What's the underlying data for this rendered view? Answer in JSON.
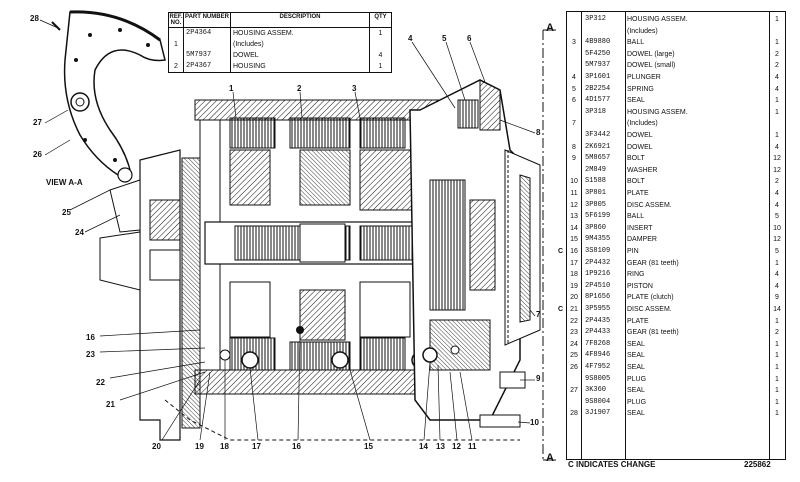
{
  "view_label": "VIEW A-A",
  "section_marks": [
    "A",
    "A"
  ],
  "top_table": {
    "headers": [
      "REF. NO.",
      "PART NUMBER",
      "DESCRIPTION",
      "QTY"
    ],
    "rows": [
      {
        "ref": "",
        "pn": "2P4364",
        "desc": "HOUSING ASSEM.",
        "qty": "1"
      },
      {
        "ref": "1",
        "pn": "",
        "desc": "(Includes)",
        "qty": ""
      },
      {
        "ref": "",
        "pn": "5M7937",
        "desc": "DOWEL",
        "qty": "4"
      },
      {
        "ref": "2",
        "pn": "2P4367",
        "desc": "HOUSING",
        "qty": "1"
      }
    ]
  },
  "parts_list": [
    {
      "ref": "",
      "pn": "3P312",
      "desc": "HOUSING ASSEM.",
      "qty": "1",
      "change": ""
    },
    {
      "ref": "",
      "pn": "",
      "desc": "(Includes)",
      "qty": "",
      "change": ""
    },
    {
      "ref": "3",
      "pn": "4B9880",
      "desc": "BALL",
      "qty": "1",
      "change": ""
    },
    {
      "ref": "",
      "pn": "5F4250",
      "desc": "DOWEL (large)",
      "qty": "2",
      "change": ""
    },
    {
      "ref": "",
      "pn": "5M7937",
      "desc": "DOWEL (small)",
      "qty": "2",
      "change": ""
    },
    {
      "ref": "4",
      "pn": "3P1601",
      "desc": "PLUNGER",
      "qty": "4",
      "change": ""
    },
    {
      "ref": "5",
      "pn": "2B2254",
      "desc": "SPRING",
      "qty": "4",
      "change": ""
    },
    {
      "ref": "6",
      "pn": "4D1577",
      "desc": "SEAL",
      "qty": "1",
      "change": ""
    },
    {
      "ref": "",
      "pn": "3P318",
      "desc": "HOUSING ASSEM.",
      "qty": "1",
      "change": ""
    },
    {
      "ref": "7",
      "pn": "",
      "desc": "(Includes)",
      "qty": "",
      "change": ""
    },
    {
      "ref": "",
      "pn": "3F3442",
      "desc": "DOWEL",
      "qty": "1",
      "change": ""
    },
    {
      "ref": "8",
      "pn": "2K6921",
      "desc": "DOWEL",
      "qty": "4",
      "change": ""
    },
    {
      "ref": "9",
      "pn": "5M8657",
      "desc": "BOLT",
      "qty": "12",
      "change": ""
    },
    {
      "ref": "",
      "pn": "2M849",
      "desc": "WASHER",
      "qty": "12",
      "change": ""
    },
    {
      "ref": "10",
      "pn": "S1588",
      "desc": "BOLT",
      "qty": "2",
      "change": ""
    },
    {
      "ref": "11",
      "pn": "3P801",
      "desc": "PLATE",
      "qty": "4",
      "change": ""
    },
    {
      "ref": "12",
      "pn": "3P805",
      "desc": "DISC ASSEM.",
      "qty": "4",
      "change": ""
    },
    {
      "ref": "13",
      "pn": "5F6199",
      "desc": "BALL",
      "qty": "5",
      "change": ""
    },
    {
      "ref": "14",
      "pn": "3P860",
      "desc": "INSERT",
      "qty": "10",
      "change": ""
    },
    {
      "ref": "15",
      "pn": "9M4355",
      "desc": "DAMPER",
      "qty": "12",
      "change": ""
    },
    {
      "ref": "16",
      "pn": "3S8109",
      "desc": "PIN",
      "qty": "5",
      "change": "C"
    },
    {
      "ref": "17",
      "pn": "2P4432",
      "desc": "GEAR (81 teeth)",
      "qty": "1",
      "change": ""
    },
    {
      "ref": "18",
      "pn": "1P9216",
      "desc": "RING",
      "qty": "4",
      "change": ""
    },
    {
      "ref": "19",
      "pn": "2P4510",
      "desc": "PISTON",
      "qty": "4",
      "change": ""
    },
    {
      "ref": "20",
      "pn": "8P1656",
      "desc": "PLATE (clutch)",
      "qty": "9",
      "change": ""
    },
    {
      "ref": "21",
      "pn": "3P5955",
      "desc": "DISC ASSEM.",
      "qty": "14",
      "change": "C"
    },
    {
      "ref": "22",
      "pn": "2P4435",
      "desc": "PLATE",
      "qty": "1",
      "change": ""
    },
    {
      "ref": "23",
      "pn": "2P4433",
      "desc": "GEAR (81 teeth)",
      "qty": "2",
      "change": ""
    },
    {
      "ref": "24",
      "pn": "7F8268",
      "desc": "SEAL",
      "qty": "1",
      "change": ""
    },
    {
      "ref": "25",
      "pn": "4F8946",
      "desc": "SEAL",
      "qty": "1",
      "change": ""
    },
    {
      "ref": "26",
      "pn": "4F7952",
      "desc": "SEAL",
      "qty": "1",
      "change": ""
    },
    {
      "ref": "",
      "pn": "9S8005",
      "desc": "PLUG",
      "qty": "1",
      "change": ""
    },
    {
      "ref": "27",
      "pn": "3K360",
      "desc": "SEAL",
      "qty": "1",
      "change": ""
    },
    {
      "ref": "",
      "pn": "9S8004",
      "desc": "PLUG",
      "qty": "1",
      "change": ""
    },
    {
      "ref": "28",
      "pn": "3J1907",
      "desc": "SEAL",
      "qty": "1",
      "change": ""
    }
  ],
  "footer": {
    "note": "C INDICATES CHANGE",
    "drawing_id": "225862"
  },
  "callouts": [
    "28",
    "27",
    "26",
    "25",
    "24",
    "1",
    "2",
    "3",
    "4",
    "5",
    "6",
    "8",
    "7",
    "9",
    "10",
    "11",
    "12",
    "13",
    "14",
    "15",
    "16",
    "17",
    "18",
    "19",
    "20",
    "21",
    "22",
    "23",
    "16"
  ]
}
